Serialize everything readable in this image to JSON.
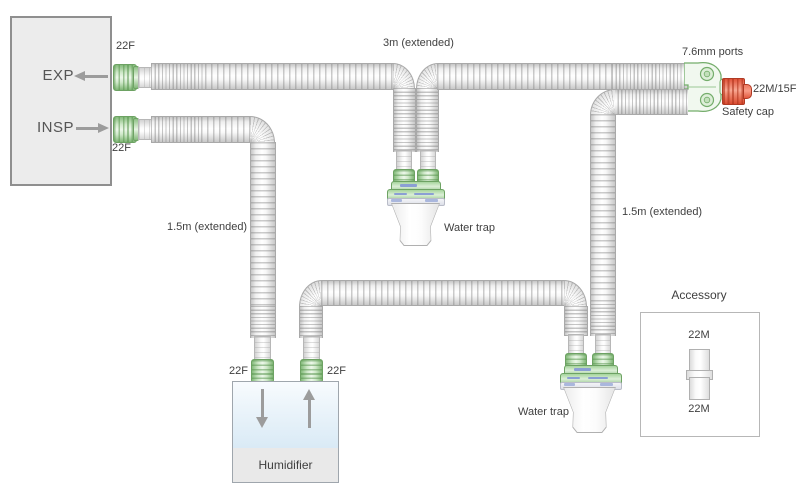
{
  "ventilator": {
    "exp_label": "EXP",
    "insp_label": "INSP",
    "exp_port_size": "22F",
    "insp_port_size": "22F"
  },
  "circuit": {
    "exp_limb_length": "3m (extended)",
    "insp_supply_length": "1.5m (extended)",
    "insp_return_length": "1.5m (extended)"
  },
  "wye": {
    "ports_label": "7.6mm ports",
    "connector_size": "22M/15F",
    "cap_label": "Safety cap"
  },
  "water_trap_exp": {
    "label": "Water trap"
  },
  "water_trap_insp": {
    "label": "Water trap"
  },
  "humidifier": {
    "label": "Humidifier",
    "inlet_size": "22F",
    "outlet_size": "22F"
  },
  "accessory": {
    "title": "Accessory",
    "adapter_top_size": "22M",
    "adapter_bottom_size": "22M"
  },
  "colors": {
    "connector_green": "#7fb577",
    "safety_cap_red": "#e05a3c",
    "humidifier_fill": "#d9eaf6",
    "panel_fill": "#ececec",
    "accent_blue": "#8b9fd4"
  }
}
